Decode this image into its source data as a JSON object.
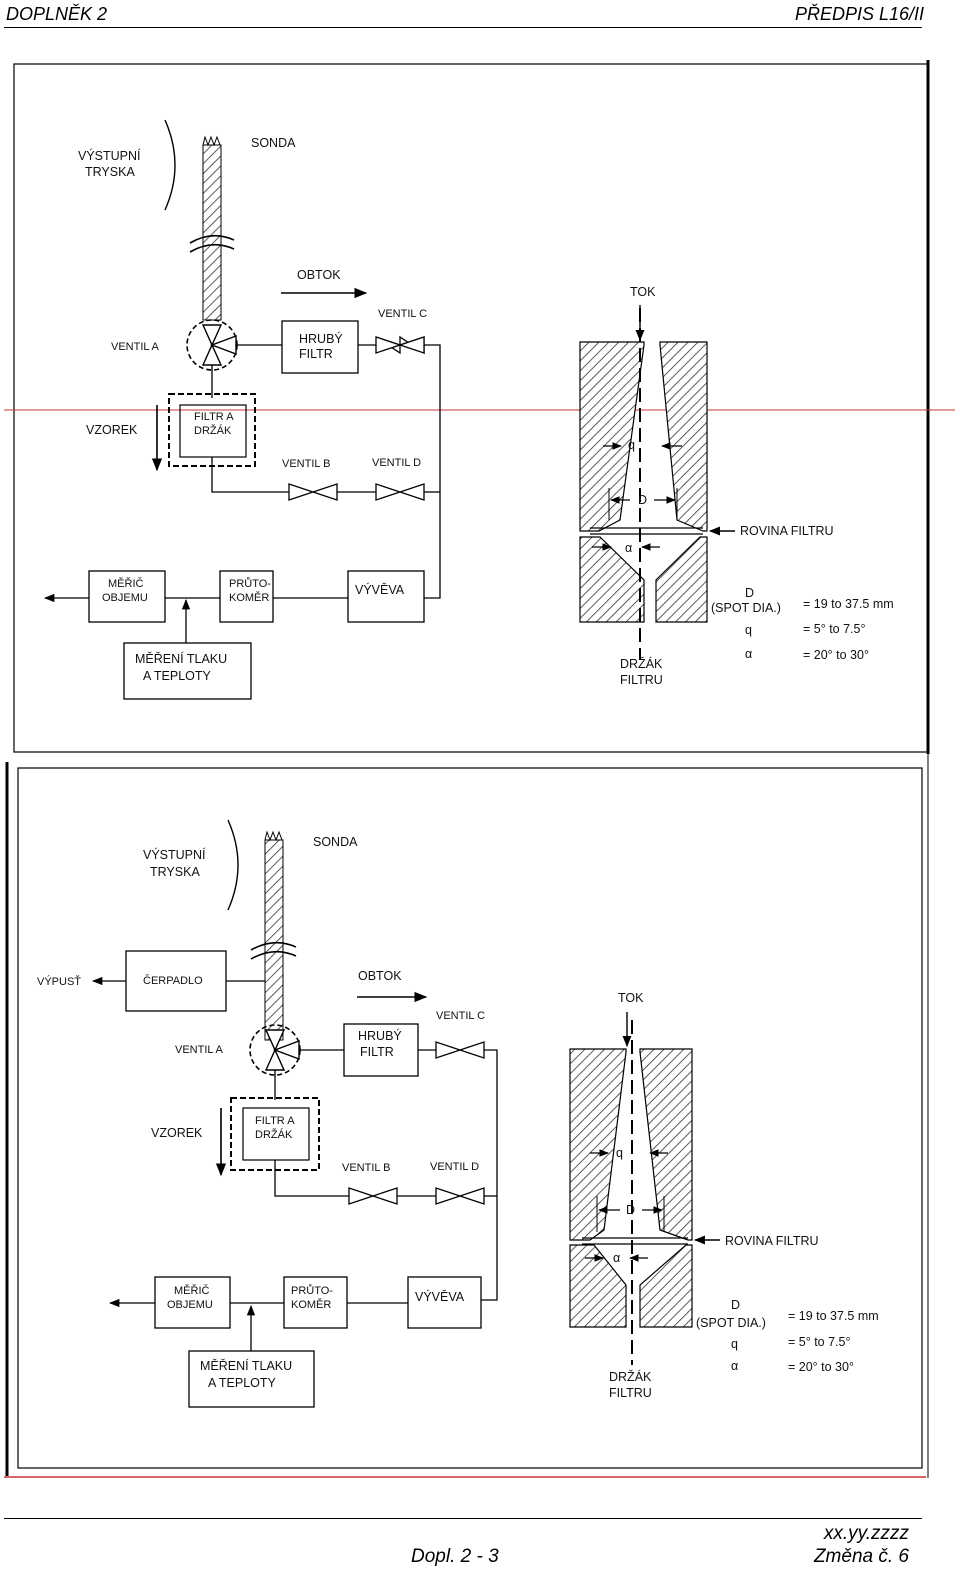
{
  "header": {
    "left": "DOPLNĚK 2",
    "right": "PŘEDPIS L16/II"
  },
  "footer": {
    "page": "Dopl. 2 - 3",
    "date": "xx.yy.zzzz",
    "change": "Změna č. 6"
  },
  "diagram_top": {
    "nozzle": "VÝSTUPNÍ\nTRYSKA",
    "probe": "SONDA",
    "bypass": "OBTOK",
    "valve_a": "VENTIL  A",
    "valve_b": "VENTIL  B",
    "valve_c": "VENTIL  C",
    "valve_d": "VENTIL  D",
    "coarse_filter": "HRUBÝ\nFILTR",
    "sample": "VZOREK",
    "filter_holder_box": "FILTR A\nDRŽÁK",
    "volume_meter": "MĚŘIČ\nOBJEMU",
    "flowmeter": "PRŮTO-\nKOMĚR",
    "vacuum_pump": "VÝVĚVA",
    "pressure_temp": "MĚŘENÍ TLAKU\nA TEPLOTY",
    "flow": "TOK",
    "filter_plane": "ROVINA FILTRU",
    "holder": "DRŽÁK\nFILTRU",
    "sym_q": "q",
    "sym_d": "D",
    "sym_alpha": "α",
    "spec_d": "D\n(SPOT DIA.)",
    "spec_d_val": "= 19 to 37.5 mm",
    "spec_q": "q",
    "spec_q_val": "= 5° to 7.5°",
    "spec_a": "α",
    "spec_a_val": "= 20° to 30°"
  },
  "diagram_bottom": {
    "nozzle": "VÝSTUPNÍ\nTRYSKA",
    "probe": "SONDA",
    "exhaust": "VÝPUSŤ",
    "pump": "ČERPADLO",
    "bypass": "OBTOK",
    "valve_a": "VENTIL  A",
    "valve_b": "VENTIL  B",
    "valve_c": "VENTIL  C",
    "valve_d": "VENTIL  D",
    "coarse_filter": "HRUBÝ\nFILTR",
    "sample": "VZOREK",
    "filter_holder_box": "FILTR A\nDRŽÁK",
    "volume_meter": "MĚŘIČ\nOBJEMU",
    "flowmeter": "PRŮTO-\nKOMĚR",
    "vacuum_pump": "VÝVĚVA",
    "pressure_temp": "MĚŘENÍ TLAKU\nA TEPLOTY",
    "flow": "TOK",
    "filter_plane": "ROVINA FILTRU",
    "holder": "DRŽÁK\nFILTRU",
    "sym_q": "q",
    "sym_d": "D",
    "sym_alpha": "α",
    "spec_d": "D\n(SPOT DIA.)",
    "spec_d_val": "= 19 to 37.5 mm",
    "spec_q": "q",
    "spec_q_val": "= 5° to 7.5°",
    "spec_a": "α",
    "spec_a_val": "= 20° to 30°"
  }
}
